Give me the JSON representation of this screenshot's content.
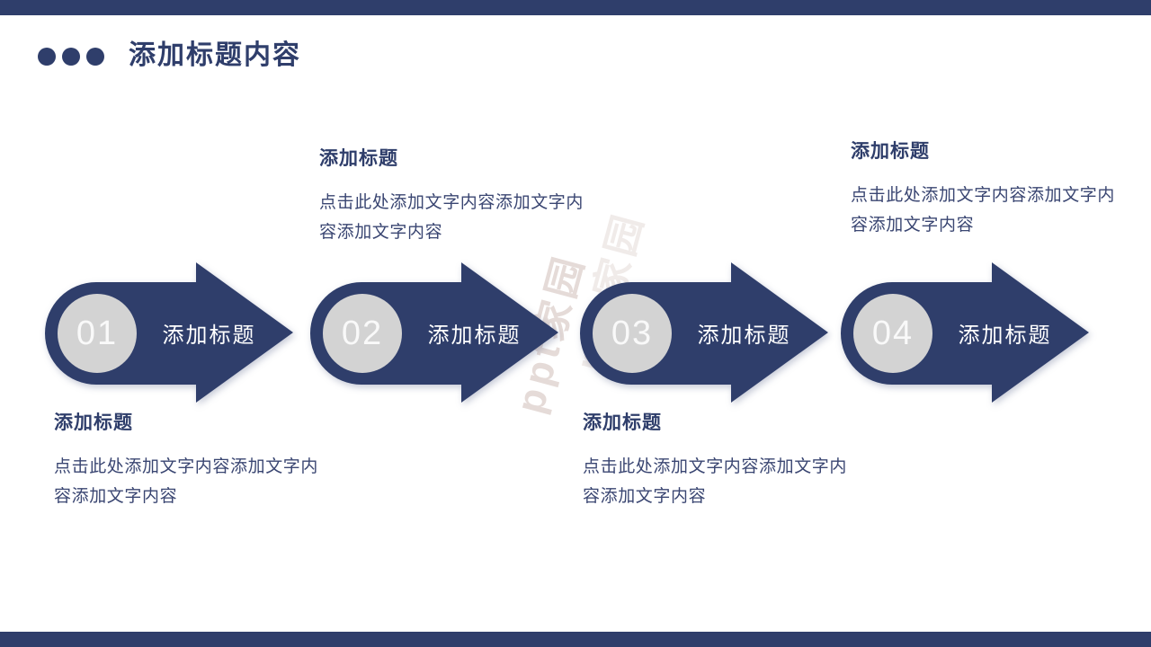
{
  "slide": {
    "title": "添加标题内容",
    "accent_color": "#2F3E6B",
    "circle_color": "#D3D3D3",
    "body_text_color": "#3A4672",
    "watermark_color": "#CDB8B2"
  },
  "steps": [
    {
      "number": "01",
      "label": "添加标题"
    },
    {
      "number": "02",
      "label": "添加标题"
    },
    {
      "number": "03",
      "label": "添加标题"
    },
    {
      "number": "04",
      "label": "添加标题"
    }
  ],
  "notes": [
    {
      "position": "below-step-1",
      "heading": "添加标题",
      "body_line1": "点击此处添加文字内容添加文字内",
      "body_line2": "容添加文字内容"
    },
    {
      "position": "above-step-2",
      "heading": "添加标题",
      "body_line1": "点击此处添加文字内容添加文字内",
      "body_line2": "容添加文字内容"
    },
    {
      "position": "below-step-3",
      "heading": "添加标题",
      "body_line1": "点击此处添加文字内容添加文字内",
      "body_line2": "容添加文字内容"
    },
    {
      "position": "above-step-4",
      "heading": "添加标题",
      "body_line1": "点击此处添加文字内容添加文字内",
      "body_line2": "容添加文字内容"
    }
  ],
  "watermark": {
    "text": "ppt家园"
  }
}
